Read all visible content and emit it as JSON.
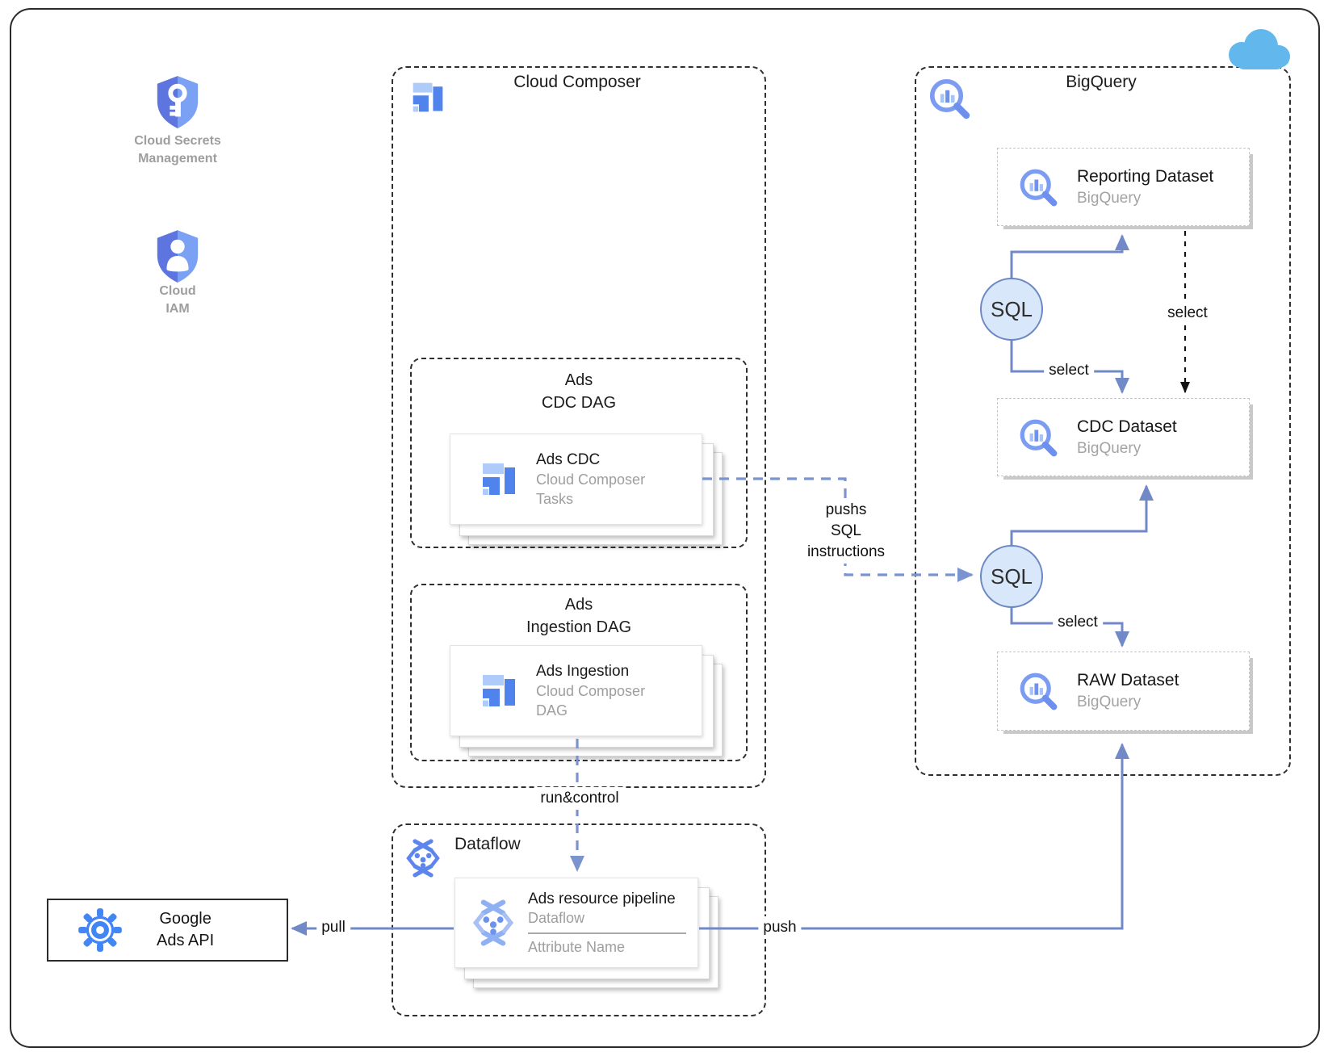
{
  "left_panel": {
    "secrets_label_1": "Cloud Secrets",
    "secrets_label_2": "Management",
    "iam_label_1": "Cloud",
    "iam_label_2": "IAM"
  },
  "composer": {
    "title": "Cloud Composer",
    "cdc_dag": {
      "title_1": "Ads",
      "title_2": "CDC DAG",
      "card": {
        "title": "Ads CDC",
        "subtitle_1": "Cloud Composer",
        "subtitle_2": "Tasks"
      }
    },
    "ingestion_dag": {
      "title_1": "Ads",
      "title_2": "Ingestion DAG",
      "card": {
        "title": "Ads Ingestion",
        "subtitle_1": "Cloud Composer",
        "subtitle_2": "DAG"
      }
    }
  },
  "bigquery": {
    "title": "BigQuery",
    "datasets": {
      "reporting": {
        "title": "Reporting Dataset",
        "subtitle": "BigQuery"
      },
      "cdc": {
        "title": "CDC Dataset",
        "subtitle": "BigQuery"
      },
      "raw": {
        "title": "RAW Dataset",
        "subtitle": "BigQuery"
      }
    },
    "sql_top": "SQL",
    "sql_bottom": "SQL"
  },
  "dataflow": {
    "title": "Dataflow",
    "card": {
      "title": "Ads resource pipeline",
      "subtitle": "Dataflow",
      "attribute": "Attribute Name"
    }
  },
  "google_ads_api": {
    "line_1": "Google",
    "line_2": "Ads API"
  },
  "edges": {
    "select_reporting_to_cdc": "select",
    "select_sql_to_cdc": "select",
    "select_sql_to_raw": "select",
    "pushs_line_1": "pushs",
    "pushs_line_2": "SQL",
    "pushs_line_3": "instructions",
    "run_control": "run&control",
    "pull": "pull",
    "push": "push"
  },
  "colors": {
    "accent_blue": "#4285f4",
    "light_blue": "#aecbfa",
    "arrow_blue": "#7189c7",
    "dashed_arrow_blue": "#7b93cf",
    "sql_fill": "#d9e7fb",
    "cloud_blue": "#62b8ec",
    "gray_text": "#9e9e9e"
  }
}
